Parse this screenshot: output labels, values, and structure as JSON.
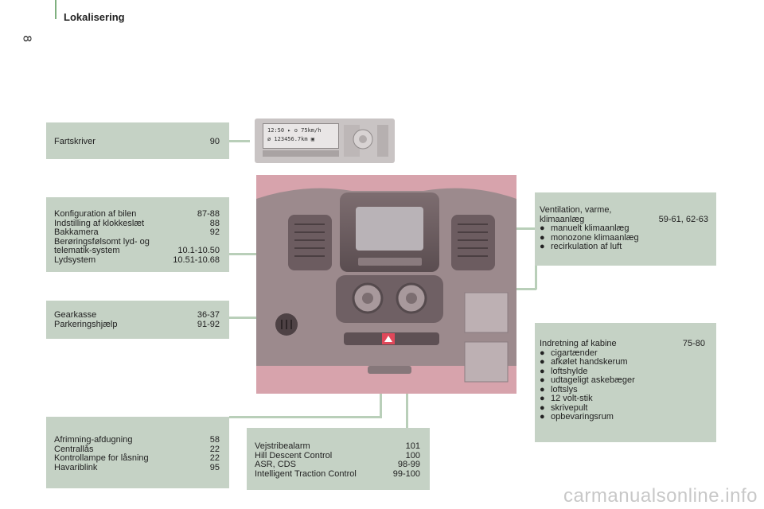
{
  "header": {
    "title": "Lokalisering",
    "page_number": "8"
  },
  "tacho": {
    "line1": "12:50 ▸ o  75km/h",
    "line2": "ø 123456.7km ▣"
  },
  "fartskriver": {
    "items": [
      {
        "label": "Fartskriver",
        "page": "90"
      }
    ]
  },
  "konfiguration": {
    "items": [
      {
        "label": "Konfiguration af bilen",
        "page": "87-88"
      },
      {
        "label": "Indstilling af klokkeslæt",
        "page": "88"
      },
      {
        "label": "Bakkamera",
        "page": "92"
      },
      {
        "label": "Berøringsfølsomt lyd- og",
        "page": ""
      },
      {
        "label": "telematik-system",
        "page": "10.1-10.50"
      },
      {
        "label": "Lydsystem",
        "page": "10.51-10.68"
      }
    ]
  },
  "gearkasse": {
    "items": [
      {
        "label": "Gearkasse",
        "page": "36-37"
      },
      {
        "label": "Parkeringshjælp",
        "page": "91-92"
      }
    ]
  },
  "afrimning": {
    "items": [
      {
        "label": "Afrimning-afdugning",
        "page": "58"
      },
      {
        "label": "Centrallås",
        "page": "22"
      },
      {
        "label": "Kontrollampe for låsning",
        "page": "22"
      },
      {
        "label": "Havariblink",
        "page": "95"
      }
    ]
  },
  "vejstribe": {
    "items": [
      {
        "label": "Vejstribealarm",
        "page": "101"
      },
      {
        "label": "Hill Descent Control",
        "page": "100"
      },
      {
        "label": "ASR, CDS",
        "page": "98-99"
      },
      {
        "label": "Intelligent Traction Control",
        "page": "99-100"
      }
    ]
  },
  "ventilation": {
    "title_line1": "Ventilation, varme,",
    "title_line2": "klimaanlæg",
    "pages": "59-61, 62-63",
    "bullets": [
      "manuelt klimaanlæg",
      "monozone klimaanlæg",
      "recirkulation af luft"
    ]
  },
  "indretning": {
    "title": "Indretning af kabine",
    "pages": "75-80",
    "bullets": [
      "cigartænder",
      "afkølet handskerum",
      "loftshylde",
      "udtageligt askebæger",
      "loftslys",
      "12 volt-stik",
      "skrivepult",
      "opbevaringsrum"
    ]
  },
  "watermark": "carmanualsonline.info"
}
